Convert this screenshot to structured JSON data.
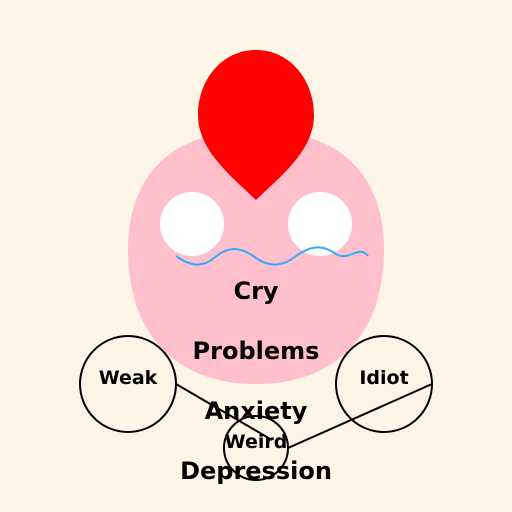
{
  "colors": {
    "background": "#fdf5e6",
    "body": "#ffc0cb",
    "flame": "#ff0000",
    "eyes": "#ffffff",
    "mouth": "#33aaff",
    "outline": "#000000"
  },
  "face_labels": {
    "mouth_word": "Cry",
    "line_1": "Problems",
    "line_2": "Anxiety",
    "line_3": "Depression"
  },
  "circle_labels": {
    "left": "Weak",
    "right": "Idiot",
    "bottom": "Weird"
  }
}
